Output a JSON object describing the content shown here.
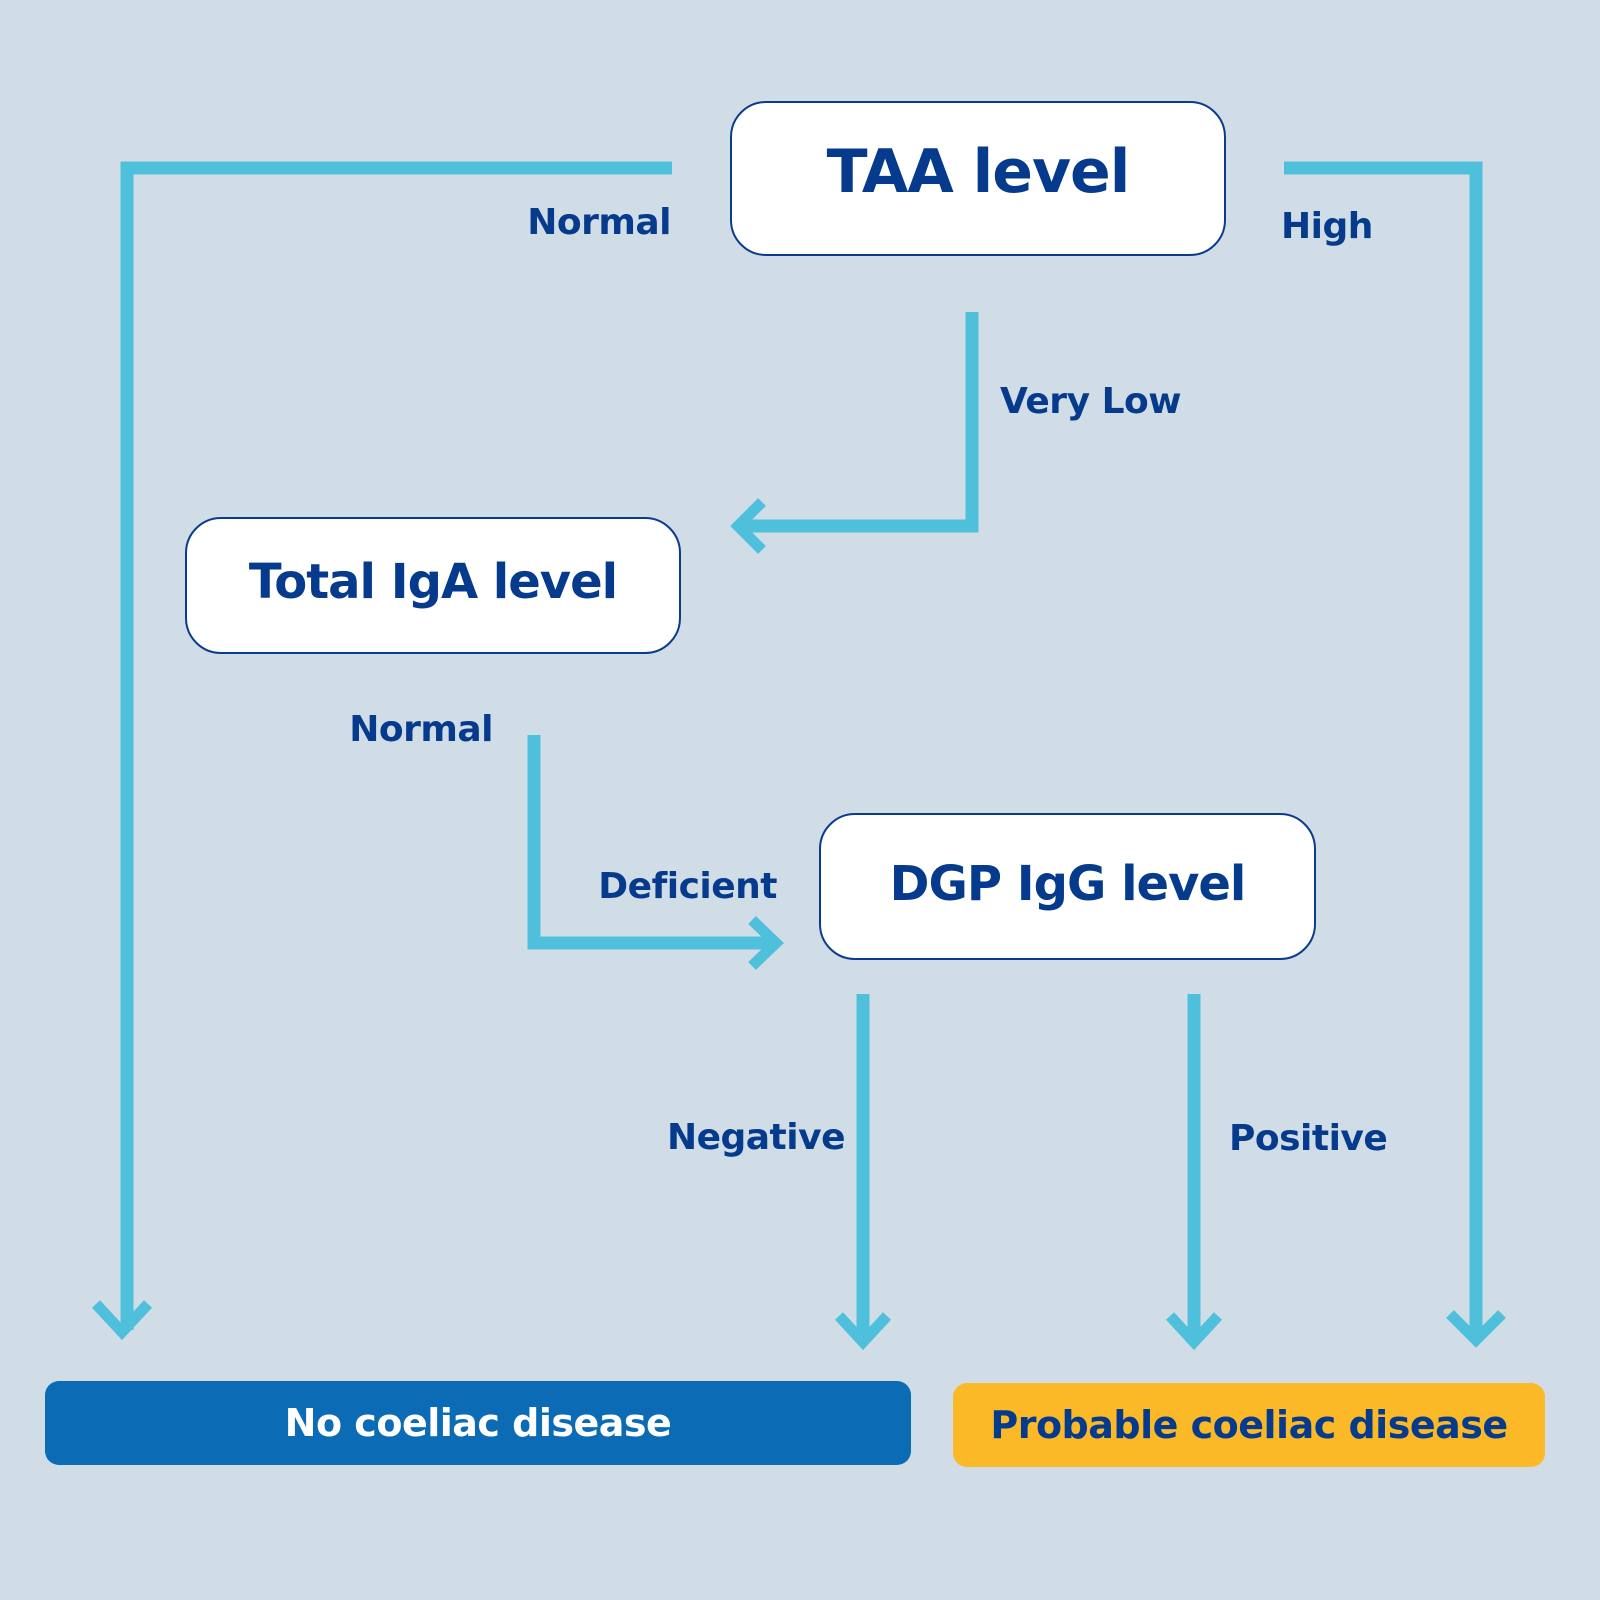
{
  "diagram": {
    "nodes": {
      "taa": "TAA level",
      "total_iga": "Total IgA level",
      "dgp_igg": "DGP IgG level"
    },
    "edge_labels": {
      "taa_normal": "Normal",
      "taa_high": "High",
      "taa_very_low": "Very Low",
      "iga_normal": "Normal",
      "iga_deficient": "Deficient",
      "dgp_negative": "Negative",
      "dgp_positive": "Positive"
    },
    "outcomes": {
      "no_disease": "No coeliac disease",
      "probable_disease": "Probable coeliac disease"
    },
    "colors": {
      "background": "#d1dde6",
      "connector": "#4fc0db",
      "text": "#053a8c",
      "no_disease_fill": "#0b6bb5",
      "probable_fill": "#fbb928"
    }
  }
}
